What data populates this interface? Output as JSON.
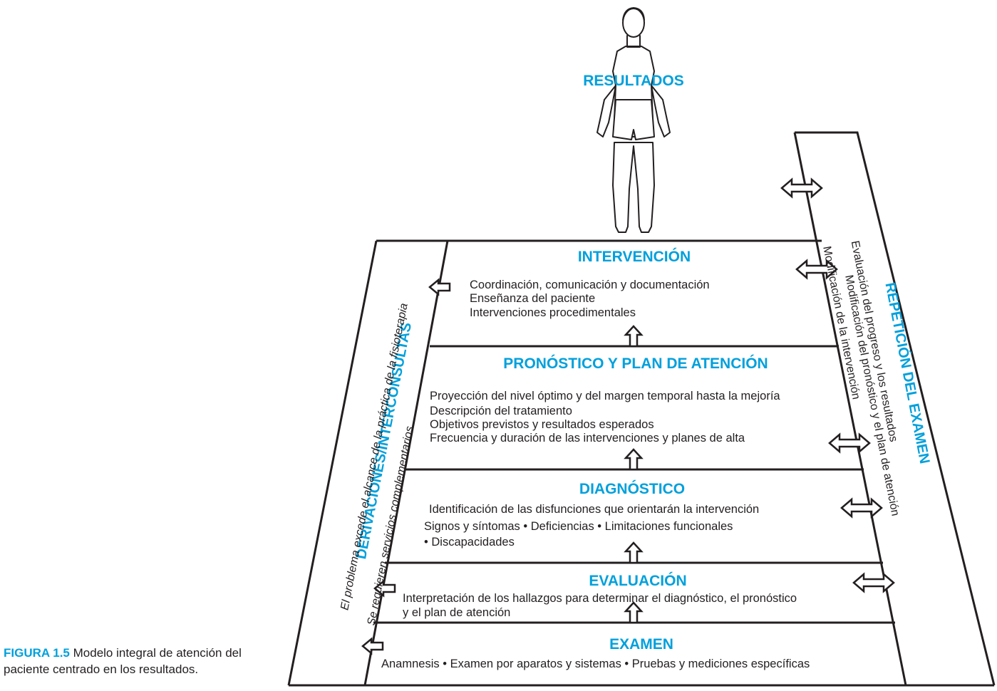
{
  "caption": {
    "label": "FIGURA 1.5",
    "text": "Modelo integral de atención del paciente centrado en los resultados."
  },
  "top": {
    "title": "RESULTADOS"
  },
  "left_side": {
    "title": "DERIVACIONES/INTERCONSULTAS",
    "lines": [
      "El problema excede el alcance de la práctica de la fisioterapia",
      "Se requieren servicios complementarios"
    ]
  },
  "right_side": {
    "title": "REPETICIÓN DEL EXAMEN",
    "lines": [
      "Evaluación del progreso y los resultados",
      "Modificación del pronóstico y el plan de atención",
      "Modificación de la intervención"
    ]
  },
  "steps": {
    "intervencion": {
      "title": "INTERVENCIÓN",
      "lines": [
        "Coordinación, comunicación y documentación",
        "Enseñanza del paciente",
        "Intervenciones procedimentales"
      ]
    },
    "pronostico": {
      "title": "PRONÓSTICO Y PLAN DE ATENCIÓN",
      "lines": [
        "Proyección del nivel óptimo y del margen temporal hasta la mejoría",
        "Descripción del tratamiento",
        "Objetivos previstos y resultados esperados",
        "Frecuencia y duración de las intervenciones y planes de alta"
      ]
    },
    "diagnostico": {
      "title": "DIAGNÓSTICO",
      "lines": [
        "Identificación de las disfunciones que orientarán la intervención",
        "Signos y síntomas • Deficiencias • Limitaciones funcionales",
        "• Discapacidades"
      ]
    },
    "evaluacion": {
      "title": "EVALUACIÓN",
      "lines": [
        "Interpretación de los hallazgos para determinar el diagnóstico, el pronóstico",
        "y el plan de atención"
      ]
    },
    "examen": {
      "title": "EXAMEN",
      "lines": [
        "Anamnesis • Examen por aparatos y sistemas • Pruebas y mediciones específicas"
      ]
    }
  }
}
